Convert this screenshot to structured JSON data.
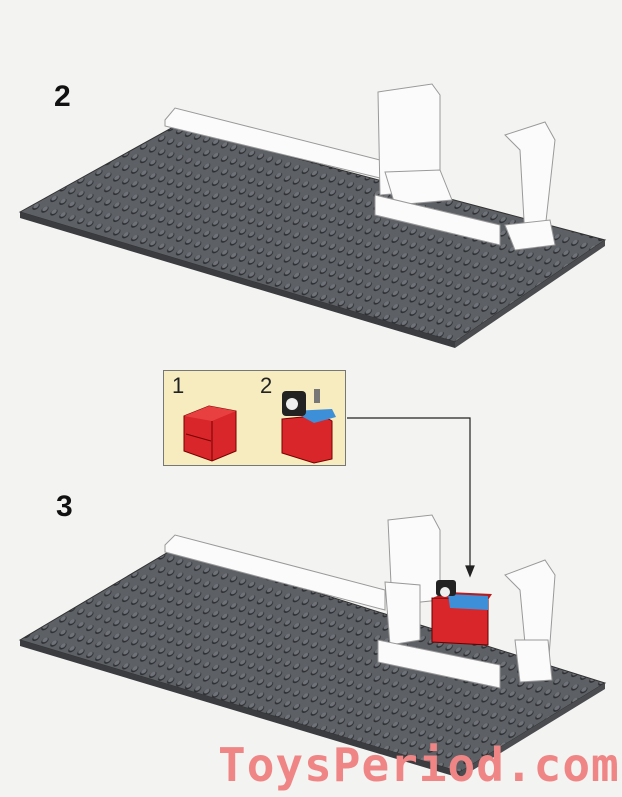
{
  "steps": [
    {
      "number": "2"
    },
    {
      "number": "3"
    }
  ],
  "callout": {
    "items": [
      {
        "number": "1"
      },
      {
        "number": "2"
      }
    ]
  },
  "watermark": "ToysPeriod.com",
  "colors": {
    "baseplate": "#5a5d62",
    "brick_red": "#d8262a",
    "brick_blue": "#3d8fd8",
    "callout_bg": "#f6ecc0",
    "watermark": "#f08585"
  }
}
